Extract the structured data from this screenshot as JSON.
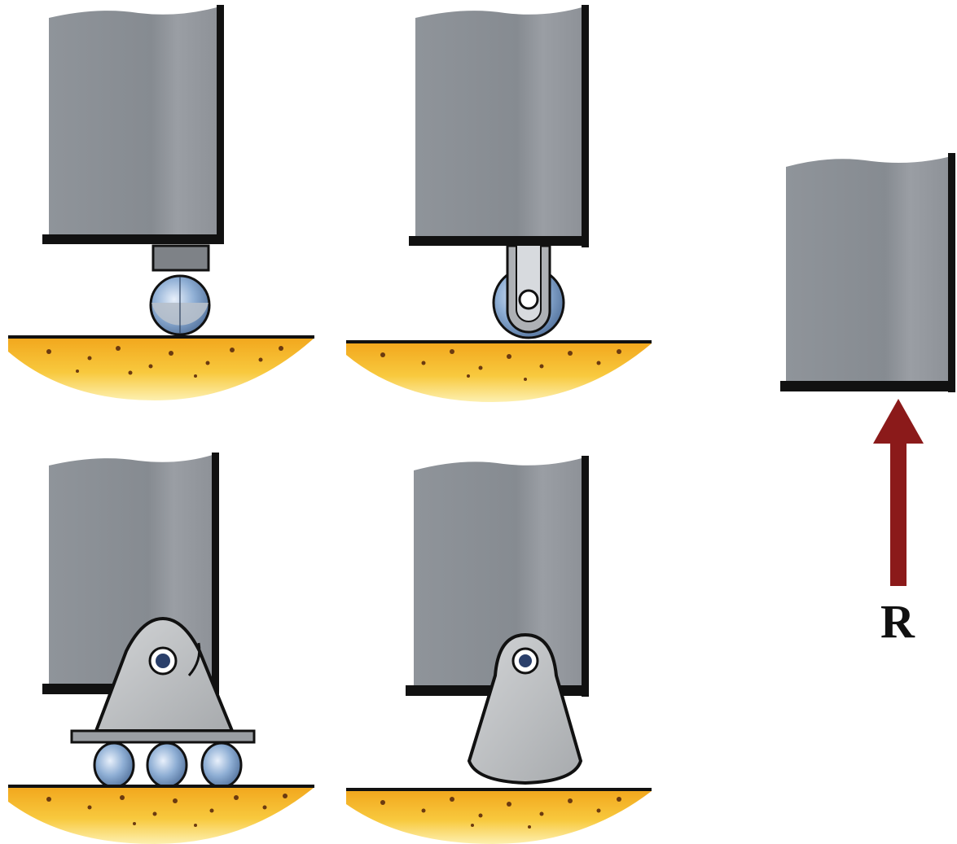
{
  "figure": {
    "reaction_label": "R",
    "colors": {
      "beam": "#8e9298",
      "beam_edge": "#111111",
      "ground_top": "#f4b52c",
      "ground_bottom": "#fbe27a",
      "arrow": "#8b1a1a",
      "ball": "#7f9fc8",
      "rocker": "#b9bcbf"
    },
    "icons": [
      "ball-support",
      "roller-support",
      "multi-roller-support",
      "rocker-support",
      "reaction-arrow"
    ]
  }
}
